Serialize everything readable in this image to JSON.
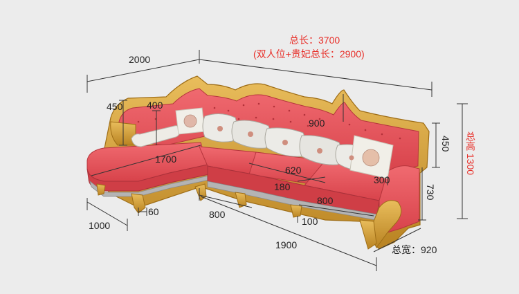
{
  "colors": {
    "background": "#ececec",
    "leather": "#e9535a",
    "leather_dark": "#c93b43",
    "gold": "#d7a23a",
    "gold_dark": "#a87417",
    "silver": "#a9a9a9",
    "pillow_white": "#f1efea",
    "accent_red": "#e8302a",
    "dim_line": "#333333"
  },
  "totals": {
    "total_length": "总长：3700",
    "loveseat_plus_chaise": "(双人位+贵妃总长：2900)",
    "total_height": "总高 1300",
    "total_depth": "总宽：920"
  },
  "dimensions": {
    "d2000": "2000",
    "d450_left": "450",
    "d400": "400",
    "d1700": "1700",
    "d900": "900",
    "d620": "620",
    "d180": "180",
    "d300": "300",
    "d450_right": "450",
    "d730": "730",
    "d800_a": "800",
    "d800_b": "800",
    "d60": "60",
    "d1000": "1000",
    "d100": "100",
    "d1900": "1900"
  }
}
